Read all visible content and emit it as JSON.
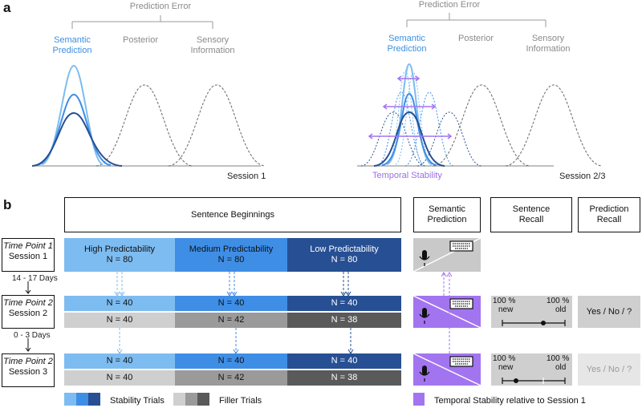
{
  "panel_a": {
    "letter": "a",
    "left": {
      "prediction_error": "Prediction Error",
      "semantic": [
        "Semantic",
        "Prediction"
      ],
      "posterior": "Posterior",
      "sensory": [
        "Sensory",
        "Information"
      ],
      "session": "Session 1"
    },
    "right": {
      "prediction_error": "Prediction Error",
      "semantic": [
        "Semantic",
        "Prediction"
      ],
      "posterior": "Posterior",
      "sensory": [
        "Sensory",
        "Information"
      ],
      "temporal_stability": "Temporal Stability",
      "session": "Session 2/3"
    }
  },
  "panel_b": {
    "letter": "b",
    "headers": {
      "sentence_beginnings": "Sentence Beginnings",
      "semantic_prediction": [
        "Semantic",
        "Prediction"
      ],
      "sentence_recall": [
        "Sentence",
        "Recall"
      ],
      "prediction_recall": [
        "Prediction",
        "Recall"
      ]
    },
    "time_points": [
      {
        "title": "Time Point 1",
        "session": "Session 1"
      },
      {
        "title": "Time Point 2",
        "session": "Session 2"
      },
      {
        "title": "Time Point 2",
        "session": "Session 3"
      }
    ],
    "intervals": [
      "14 - 17 Days",
      "0 - 3 Days"
    ],
    "session1": {
      "high": [
        "High Predictability",
        "N = 80"
      ],
      "medium": [
        "Medium Predictability",
        "N = 80"
      ],
      "low": [
        "Low Predictability",
        "N = 80"
      ]
    },
    "session2": {
      "stability": [
        "N = 40",
        "N = 40",
        "N = 40"
      ],
      "filler": [
        "N = 40",
        "N = 42",
        "N = 38"
      ]
    },
    "session3": {
      "stability": [
        "N = 40",
        "N = 40",
        "N = 40"
      ],
      "filler": [
        "N = 40",
        "N = 42",
        "N = 38"
      ]
    },
    "recall_scale": {
      "left_pct": "100 %",
      "right_pct": "100 %",
      "left": "new",
      "right": "old"
    },
    "prediction_recall_answer": "Yes / No / ?",
    "legend": {
      "stability": "Stability Trials",
      "filler": "Filler Trials",
      "temporal": "Temporal Stability relative to Session 1"
    },
    "colors": {
      "high": "#7dbcf0",
      "medium": "#3f8ee6",
      "low": "#274f93",
      "purple": "#a374f0",
      "filler_light": "#cfcfcf",
      "filler_mid": "#9a9a9a",
      "filler_dark": "#5a5a5a"
    }
  }
}
